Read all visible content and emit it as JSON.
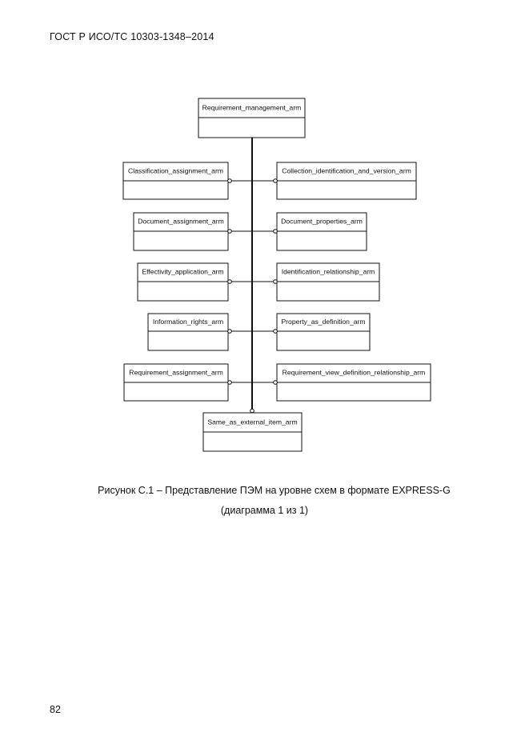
{
  "header": {
    "doc_id": "ГОСТ Р ИСО/ТС 10303-1348–2014"
  },
  "diagram": {
    "top_entity": "Requirement_management_arm",
    "left_entities": [
      "Classification_assignment_arm",
      "Document_assignment_arm",
      "Effectivity_application_arm",
      "Information_rights_arm",
      "Requirement_assignment_arm"
    ],
    "right_entities": [
      "Collection_identification_and_version_arm",
      "Document_properties_arm",
      "Identification_relationship_arm",
      "Property_as_definition_arm",
      "Requirement_view_definition_relationship_arm"
    ],
    "bottom_entity": "Same_as_external_item_arm"
  },
  "caption": {
    "line1": "Рисунок С.1 – Представление ПЭМ на уровне схем в формате EXPRESS-G",
    "line2": "(диаграмма 1 из 1)"
  },
  "page_number": "82"
}
